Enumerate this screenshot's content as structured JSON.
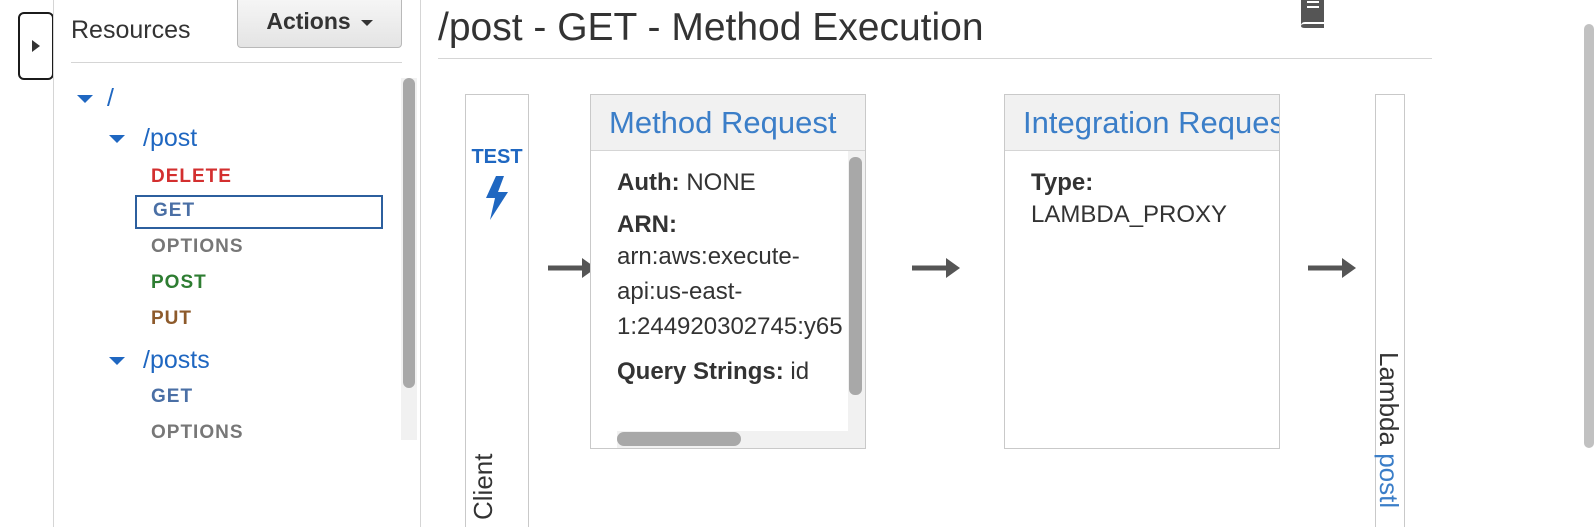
{
  "sidebar": {
    "title": "Resources",
    "actions_label": "Actions",
    "tree": [
      {
        "type": "path",
        "label": "/"
      },
      {
        "type": "path",
        "label": "/post"
      },
      {
        "type": "method",
        "label": "DELETE"
      },
      {
        "type": "method",
        "label": "GET",
        "selected": true
      },
      {
        "type": "method",
        "label": "OPTIONS"
      },
      {
        "type": "method",
        "label": "POST"
      },
      {
        "type": "method",
        "label": "PUT"
      },
      {
        "type": "path",
        "label": "/posts"
      },
      {
        "type": "method",
        "label": "GET"
      },
      {
        "type": "method",
        "label": "OPTIONS"
      }
    ]
  },
  "main": {
    "title": "/post - GET - Method Execution",
    "client": {
      "test_label": "TEST",
      "label": "Client"
    },
    "method_request": {
      "title": "Method Request",
      "auth_key": "Auth:",
      "auth_value": "NONE",
      "arn_key": "ARN:",
      "arn_lines": [
        "arn:aws:execute-",
        "api:us-east-",
        "1:244920302745:y65"
      ],
      "query_key": "Query Strings:",
      "query_value": "id"
    },
    "integration_request": {
      "title": "Integration Request",
      "type_key": "Type:",
      "type_value": "LAMBDA_PROXY"
    },
    "lambda": {
      "prefix": "Lambda",
      "function_name": "postl"
    }
  },
  "colors": {
    "link_blue": "#3b7ec8",
    "tree_blue": "#1f67c1",
    "delete_red": "#d32f2f",
    "post_green": "#2e7d32",
    "put_brown": "#8d5a2b"
  },
  "icons": {
    "collapse": "caret-right-icon",
    "docs": "book-icon",
    "test": "lightning-bolt-icon",
    "flow": "arrow-right-icon"
  }
}
